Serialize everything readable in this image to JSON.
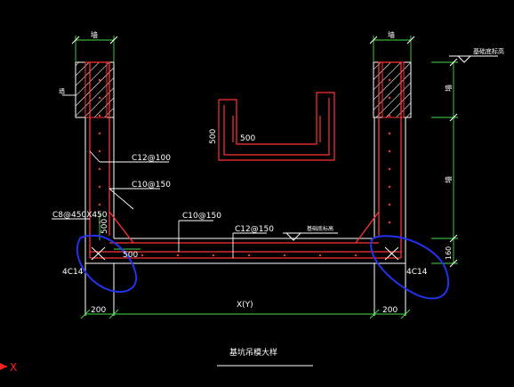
{
  "drawing": {
    "title": "基坑吊模大样",
    "top_dims": [
      "墙",
      "墙"
    ],
    "left_wall_tag": "墙",
    "right_dims": [
      "墙",
      "墙",
      "160"
    ],
    "elevation_tag": "基础底标高",
    "callouts": {
      "top_wall_rebar": "C12@100",
      "wall_side_rebar": "C10@150",
      "tie_rebar": "C8@450X450",
      "mid_bottom_rebar": "C10@150",
      "bottom_rebar": "C12@150",
      "level_tag": "基础底标高"
    },
    "dims": {
      "haunch_vert": "500",
      "haunch_horiz": "500",
      "detail_vert": "500",
      "detail_horiz": "500",
      "left_width": "200",
      "right_width": "200",
      "span": "X(Y)"
    },
    "corner_bars": {
      "left": "4C14",
      "right": "4C14"
    },
    "axis_marker": "X"
  },
  "colors": {
    "background": "#000000",
    "line_white": "#ffffff",
    "rebar_red": "#ff3333",
    "dim_green": "#44dd44",
    "annotation_blue": "#2233ee",
    "axis_red": "#ff2020"
  }
}
